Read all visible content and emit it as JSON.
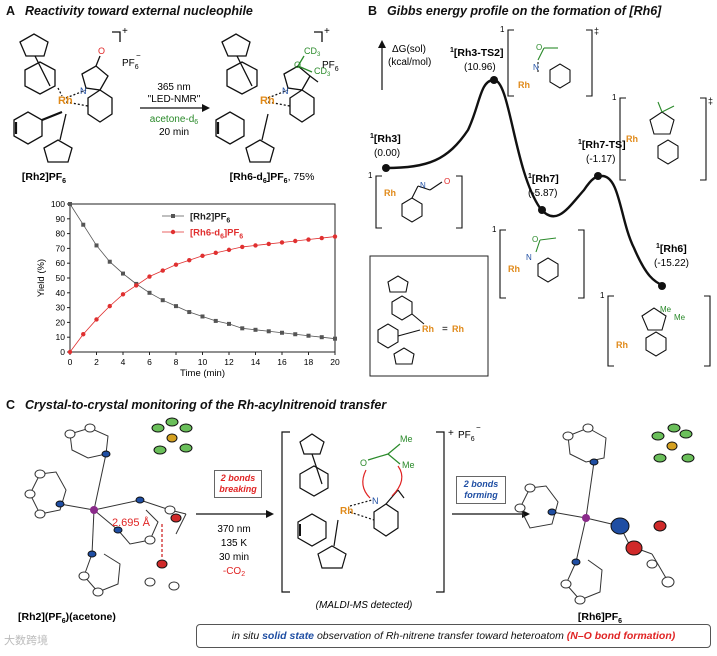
{
  "panel_a": {
    "letter": "A",
    "title": "Reactivity toward external nucleophile",
    "reactant_label": "[Rh2]PF",
    "reactant_sub": "6",
    "product_label": "[Rh6-d",
    "product_label_sub1": "6",
    "product_label_mid": "]PF",
    "product_label_sub2": "6",
    "product_yield": ", 75%",
    "arrow_top1": "365 nm",
    "arrow_top2": "\"LED-NMR\"",
    "arrow_bottom1": "acetone-d",
    "arrow_bottom1_sub": "6",
    "arrow_bottom2": "20 min",
    "charge_plus": "+",
    "counterion": "PF",
    "counterion_sub": "6",
    "counterion_sup": "−",
    "cd3_a": "CD",
    "cd3_b": "CD",
    "cd3_sub": "3",
    "rh": "Rh",
    "n": "N",
    "o": "O"
  },
  "chart_data": {
    "type": "line",
    "xlabel": "Time (min)",
    "ylabel": "Yield (%)",
    "xlim": [
      0,
      20
    ],
    "ylim": [
      0,
      100
    ],
    "x_ticks": [
      0,
      2,
      4,
      6,
      8,
      10,
      12,
      14,
      16,
      18,
      20
    ],
    "y_ticks": [
      0,
      10,
      20,
      30,
      40,
      50,
      60,
      70,
      80,
      90,
      100
    ],
    "legend_position": "top-right",
    "series": [
      {
        "name": "[Rh2]PF6",
        "legend_text": "[Rh2]PF",
        "legend_sub": "6",
        "color": "#555555",
        "marker": "square",
        "x": [
          0,
          1,
          2,
          3,
          4,
          5,
          6,
          7,
          8,
          9,
          10,
          11,
          12,
          13,
          14,
          15,
          16,
          17,
          18,
          19,
          20
        ],
        "values": [
          100,
          86,
          72,
          61,
          53,
          46,
          40,
          35,
          31,
          27,
          24,
          21,
          19,
          16,
          15,
          14,
          13,
          12,
          11,
          10,
          9
        ]
      },
      {
        "name": "[Rh6-d6]PF6",
        "legend_text": "[Rh6-d",
        "legend_sub": "6",
        "legend_tail": "]PF",
        "legend_sub2": "6",
        "color": "#e03030",
        "marker": "circle",
        "x": [
          0,
          1,
          2,
          3,
          4,
          5,
          6,
          7,
          8,
          9,
          10,
          11,
          12,
          13,
          14,
          15,
          16,
          17,
          18,
          19,
          20
        ],
        "values": [
          0,
          12,
          22,
          31,
          39,
          45,
          51,
          55,
          59,
          62,
          65,
          67,
          69,
          71,
          72,
          73,
          74,
          75,
          76,
          77,
          78
        ]
      }
    ]
  },
  "panel_b": {
    "letter": "B",
    "title": "Gibbs energy profile on the formation of [Rh6]",
    "axis_label1": "ΔG(sol)",
    "axis_label2": "(kcal/mol)",
    "points": [
      {
        "label": "[Rh3]",
        "sup": "1",
        "value": "(0.00)"
      },
      {
        "label": "[Rh3-TS2]",
        "sup": "1",
        "value": "(10.96)"
      },
      {
        "label": "[Rh7]",
        "sup": "1",
        "value": "(-5.87)"
      },
      {
        "label": "[Rh7-TS]",
        "sup": "1",
        "value": "(-1.17)"
      },
      {
        "label": "[Rh6]",
        "sup": "1",
        "value": "(-15.22)"
      }
    ],
    "multiplicity": "1",
    "ts_mark": "‡",
    "rh": "Rh",
    "rh_plus": "Rh",
    "equals": "=",
    "me": "Me"
  },
  "panel_c": {
    "letter": "C",
    "title": "Crystal-to-crystal monitoring of the Rh-acylnitrenoid transfer",
    "distance": "2.695 Å",
    "badge_breaking": "2 bonds breaking",
    "badge_forming": "2 bonds forming",
    "cond1": "370 nm",
    "cond2": "135 K",
    "cond3": "30 min",
    "cond4": "-CO",
    "cond4_sub": "2",
    "left_label": "[Rh2](PF",
    "left_label_sub": "6",
    "left_label_tail": ")(acetone)",
    "middle_label": "(MALDI-MS detected)",
    "right_label": "[Rh6]PF",
    "right_label_sub": "6",
    "me": "Me",
    "plus": "+",
    "counterion": "PF",
    "counterion_sub": "6",
    "counterion_sup": "−"
  },
  "footer": {
    "part1": "in situ ",
    "part2": "solid state",
    "part3": " observation of Rh-nitrene transfer toward heteroatom ",
    "part4": "(N–O bond formation)"
  },
  "watermark": "大数跨境"
}
